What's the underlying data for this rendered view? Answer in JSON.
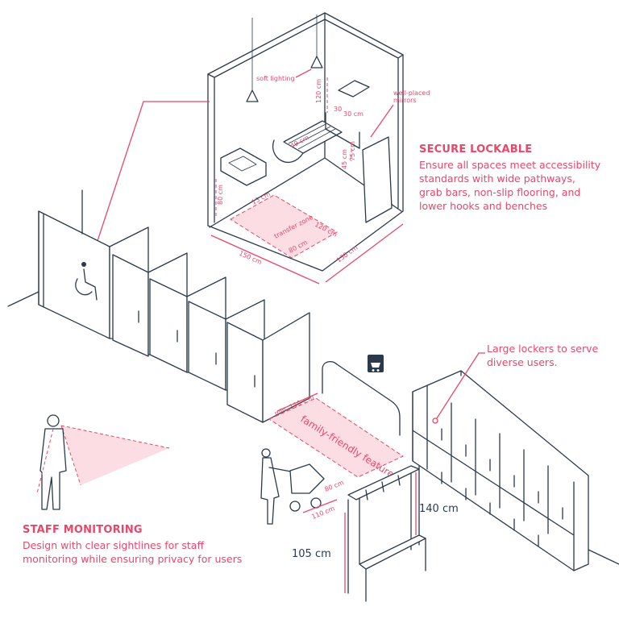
{
  "labels": {
    "secure_title": "SECURE LOCKABLE",
    "secure_line1": "Ensure all spaces meet accessibility",
    "secure_line2": "standards with wide pathways,",
    "secure_line3": "grab bars, non-slip flooring, and",
    "secure_line4": "lower hooks and benches",
    "lockers_line1": "Large lockers to serve",
    "lockers_line2": "diverse users.",
    "staff_title": "STAFF MONITORING",
    "staff_line1": "Design with clear sightlines for staff",
    "staff_line2": "monitoring while ensuring privacy for users",
    "family": "family-friendly features"
  },
  "room": {
    "soft_lighting": "soft lighting",
    "well_placed": "well-placed",
    "mirrors": "mirrors",
    "transfer_zone": "transfer zone",
    "d_120cm_v": "120 cm",
    "d_30cm_a": "30",
    "d_30cm_b": "30 cm",
    "d_49cm": "49 cm",
    "d_75cm": "75 cm",
    "d_45cm": "45 cm",
    "d_80cm_v": "80 cm",
    "d_15cm": "15 cm",
    "d_120cm": "120 cm",
    "d_80cm": "80 cm",
    "d_150cm": "150 cm",
    "d_130cm": "130 cm"
  },
  "dims": {
    "min_110": "min. 110 c m",
    "d_80cm": "80 cm",
    "d_110cm": "110 cm",
    "d_140cm": "140 cm",
    "d_105cm": "105 cm"
  },
  "colors": {
    "accent": "#e8476a",
    "ink": "#2b3a4a",
    "zone": "#fbdde3"
  }
}
